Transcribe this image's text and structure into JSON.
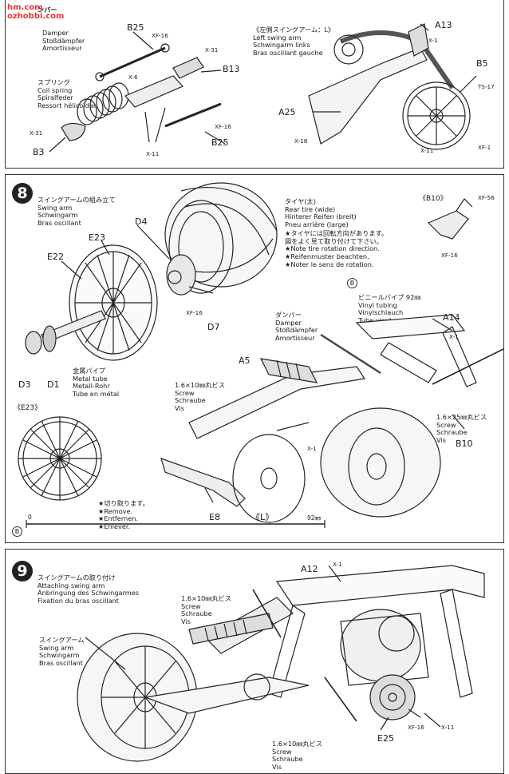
{
  "watermark": {
    "main": "ozhobbi.com",
    "site": "hm.com"
  },
  "panel1": {
    "damper_title": "ンバー",
    "damper_lines": [
      "Damper",
      "Stoßdämpfer",
      "Amortisseur"
    ],
    "spring_lines": [
      "スプリング",
      "Coil spring",
      "Spiralfeder",
      "Ressort hélicoïdal"
    ],
    "left_arm_lines": [
      "《左側スイングアーム：L》",
      "Left swing arm",
      "Schwingarm links",
      "Bras oscillant gauche"
    ],
    "labels": {
      "b25a": "B25",
      "b13": "B13",
      "b25b": "B25",
      "b3": "B3",
      "a13": "A13",
      "b5": "B5",
      "a25": "A25"
    },
    "refs": {
      "xf16a": "XF-16",
      "x31a": "X-31",
      "x6": "X-6",
      "xf16b": "XF-16",
      "x11a": "X-11",
      "x31b": "X-31",
      "x1a": "X-1",
      "ts17": "TS-17",
      "x18": "X-18",
      "x11b": "X-11",
      "xf1": "XF-1"
    }
  },
  "panel2": {
    "step": "8",
    "title_lines": [
      "スイングアームの組み立て",
      "Swing arm",
      "Schwingarm",
      "Bras oscillant"
    ],
    "tire_lines": [
      "タイヤ(太)",
      "Rear tire (wide)",
      "Hinterer Reifen (breit)",
      "Pneu arrière (large)"
    ],
    "note_lines": [
      "★タイヤには回転方向があります。",
      "図をよく見て取り付けて下さい。",
      "★Note tire rotation direction.",
      "★Reifenmuster beachten.",
      "★Noter le sens de rotation."
    ],
    "b10_title": "《B10》",
    "vinyl_lines": [
      "ビニールパイプ 92㎜",
      "Vinyl tubing",
      "Vinylschlauch",
      "Tube vinyl"
    ],
    "damper_lines": [
      "ダンパー",
      "Damper",
      "Stoßdämpfer",
      "Amortisseur"
    ],
    "metal_lines": [
      "金属パイプ",
      "Metal tube",
      "Metall-Rohr",
      "Tube en métal"
    ],
    "screw10_lines": [
      "1.6×10㎜丸ビス",
      "Screw",
      "Schraube",
      "Vis"
    ],
    "screw25_lines": [
      "1.6×25㎜丸ビス",
      "Screw",
      "Schraube",
      "Vis"
    ],
    "e23_title": "《E23》",
    "remove_lines": [
      "★切り取ります。",
      "★Remove.",
      "★Entfernen.",
      "★Enlever."
    ],
    "left_mark": "《L》",
    "scale": {
      "zero": "0",
      "end": "92㎜",
      "letter": "B"
    },
    "labels": {
      "d4": "D4",
      "e23": "E23",
      "e22": "E22",
      "d7": "D7",
      "d3": "D3",
      "d1": "D1",
      "a5": "A5",
      "a14": "A14",
      "b10": "B10",
      "e8": "E8"
    },
    "refs": {
      "xf16a": "XF-16",
      "xf16b": "XF-16",
      "xf56": "XF-56",
      "x1a": "X-1",
      "x1b": "X-1"
    }
  },
  "panel3": {
    "step": "9",
    "title_lines": [
      "スイングアームの取り付け",
      "Attaching swing arm",
      "Anbringung des Schwingarmes",
      "Fixation du bras oscillant"
    ],
    "arm_lines": [
      "スイングアーム",
      "Swing arm",
      "Schwingarm",
      "Bras oscillant"
    ],
    "screw_top_lines": [
      "1.6×10㎜丸ビス",
      "Screw",
      "Schraube",
      "Vis"
    ],
    "screw_bot_lines": [
      "1.6×10㎜丸ビス",
      "Screw",
      "Schraube",
      "Vis"
    ],
    "labels": {
      "a12": "A12",
      "e25": "E25"
    },
    "refs": {
      "x1": "X-1",
      "xf16": "XF-16",
      "x11": "X-11"
    }
  }
}
